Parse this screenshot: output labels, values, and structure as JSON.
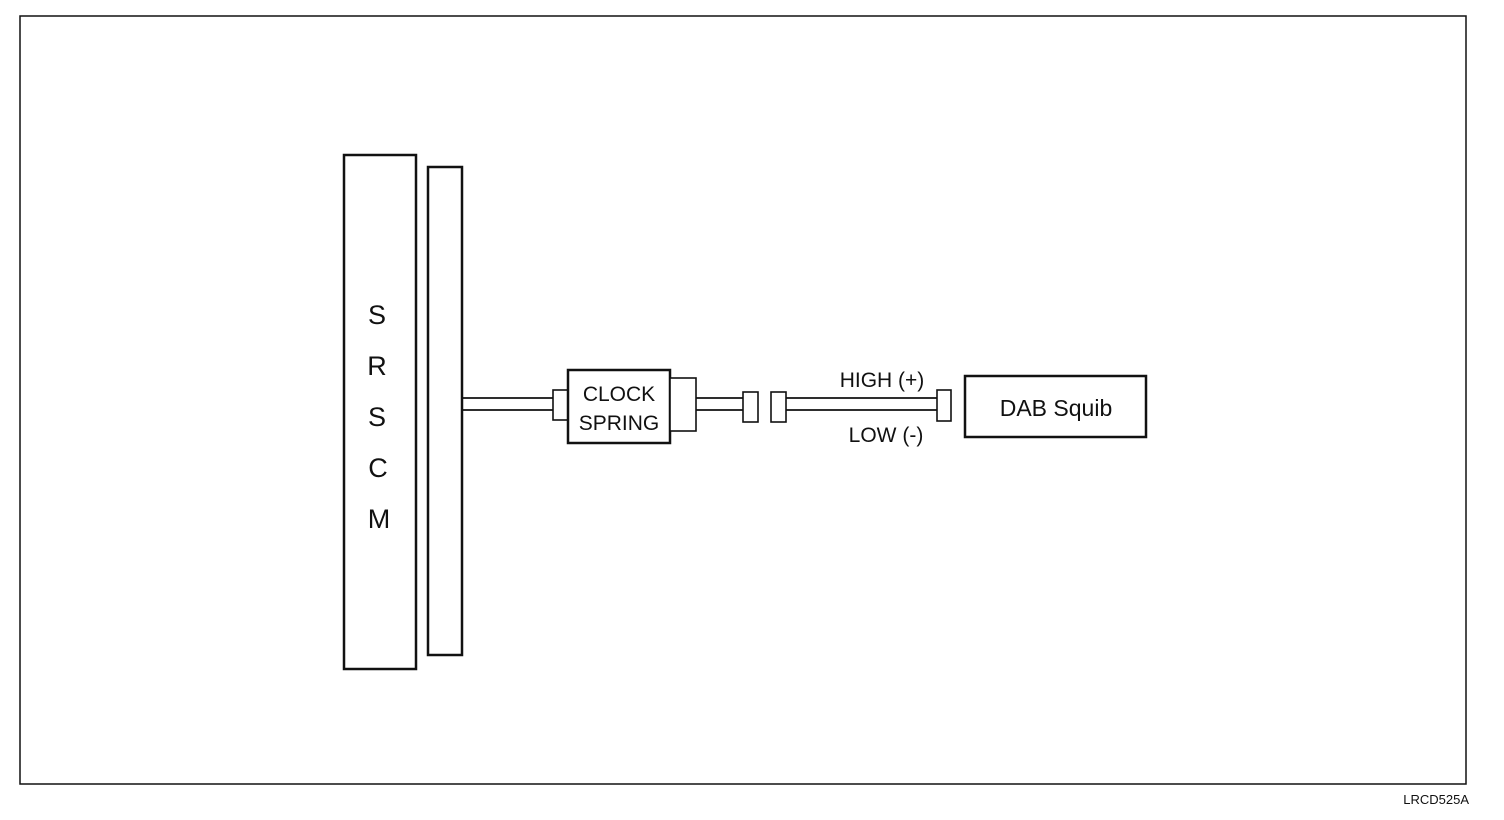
{
  "diagram": {
    "module": {
      "letters": [
        "S",
        "R",
        "S",
        "C",
        "M"
      ]
    },
    "clock_spring": {
      "line1": "CLOCK",
      "line2": "SPRING"
    },
    "wires": {
      "high_label": "HIGH (+)",
      "low_label": "LOW (-)"
    },
    "squib": {
      "label": "DAB Squib"
    },
    "reference_code": "LRCD525A"
  }
}
